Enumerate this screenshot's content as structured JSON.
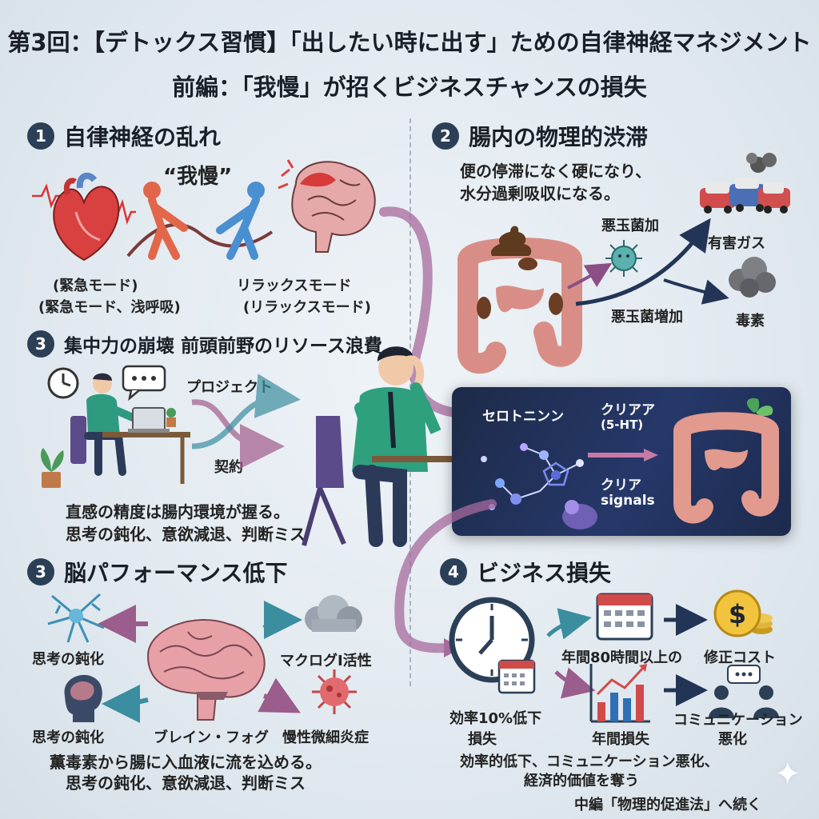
{
  "header": {
    "title_line1": "第3回：【デトックス習慣】「出したい時に出す」ための自律神経マネジメント",
    "title_line2": "前編：「我慢」が招くビジネスチャンスの損失"
  },
  "sections": {
    "s1": {
      "num": "1",
      "title": "自律神経の乱れ",
      "quote": "“我慢”",
      "label_a1": "(緊急モード)",
      "label_a2": "(緊急モード、浅呼吸)",
      "label_b1": "リラックスモード",
      "label_b2": "(リラックスモード)"
    },
    "s2": {
      "num": "2",
      "title": "腸内の物理的渋滞",
      "desc1": "便の停滞になく硬になり、",
      "desc2": "水分過剰吸収になる。",
      "bad1": "悪玉菌加",
      "bad2": "悪玉菌増加",
      "gas": "有害ガス",
      "toxin": "毒素"
    },
    "s3a": {
      "num": "3",
      "title": "集中力の崩壊 前頭前野のリソース浪費",
      "project": "プロジェクト",
      "contract": "契約",
      "note1": "直感の精度は腸内環境が握る。",
      "note2": "思考の鈍化、意欲減退、判断ミス"
    },
    "panel": {
      "serotonin": "セロトニンン",
      "clear": "クリアア",
      "ht": "(5-HT)",
      "clear2": "クリア",
      "signals": "signals"
    },
    "s3b": {
      "num": "3",
      "title": "脳パフォーマンス低下",
      "dull1": "思考の鈍化",
      "dull2": "思考の鈍化",
      "macro": "マクログI活性",
      "fog": "ブレイン・フォグ",
      "inflam": "慢性微細炎症",
      "note1": "薫毒素から腸に入血液に流を込める。",
      "note2": "思考の鈍化、意欲減退、判断ミス"
    },
    "s4": {
      "num": "4",
      "title": "ビジネス損失",
      "eff1": "効率10%低下",
      "eff2": "損失",
      "annual_cost": "年間80時間以上の",
      "fix_cost": "修正コスト",
      "annual_loss": "年間損失",
      "comm1": "コミュニケーション",
      "comm2": "悪化",
      "summary1": "効率的低下、コミュニケーション悪化、",
      "summary2": "経済的価値を奪う",
      "next": "中編「物理的促進法」へ続く"
    }
  },
  "icons": [
    "heart-icon",
    "tug-of-war-icon",
    "brain-icon",
    "intestine-icon",
    "poop-icon",
    "bacteria-icon",
    "car-icon",
    "smoke-icon",
    "clock-icon",
    "speech-bubble-icon",
    "laptop-icon",
    "plant-icon",
    "stressed-man-icon",
    "molecule-icon",
    "neuron-icon",
    "head-icon",
    "cloud-icon",
    "virus-icon",
    "calendar-icon",
    "coin-icon",
    "bar-chart-icon",
    "people-icon",
    "sparkle-icon"
  ],
  "colors": {
    "accent_dark": "#2b3f57",
    "arrow_purple": "#8b4f86",
    "arrow_teal": "#3b8da0",
    "arrow_navy": "#233556",
    "panel_bg": "#1f2d52"
  }
}
